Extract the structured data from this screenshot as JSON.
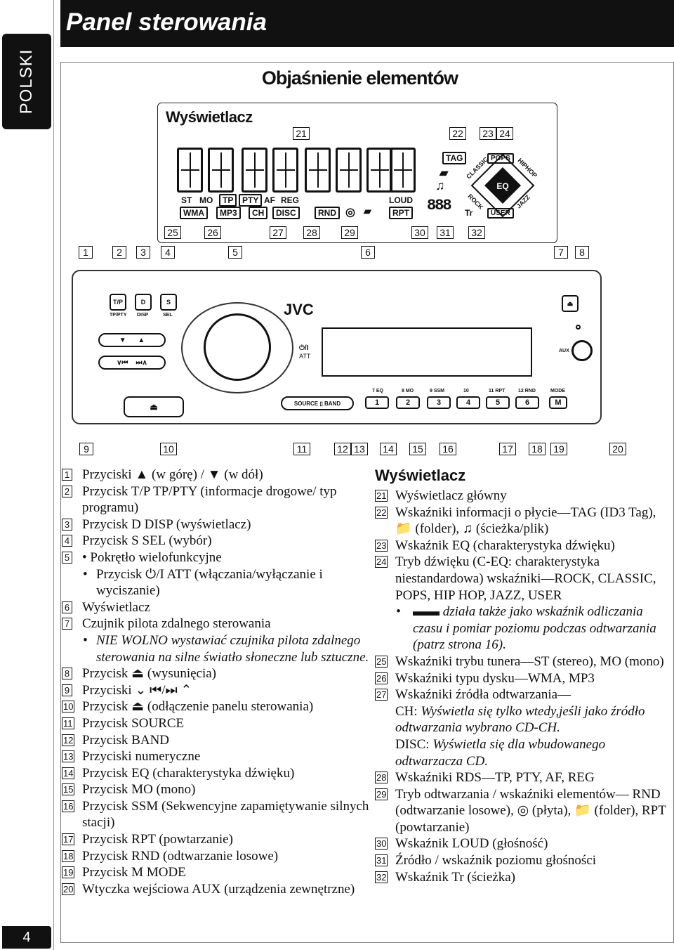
{
  "language_tab": "POLSKI",
  "header": {
    "title": "Panel sterowania"
  },
  "subtitle": "Objaśnienie elementów",
  "display_panel": {
    "title": "Wyświetlacz",
    "indicators": [
      "ST",
      "MO",
      "TP",
      "PTY",
      "AF",
      "REG",
      "WMA",
      "MP3",
      "CH",
      "DISC",
      "RND",
      "RPT",
      "LOUD",
      "TAG",
      "Tr",
      "CLASSIC",
      "POPS",
      "HIPHOP",
      "ROCK",
      "EQ",
      "JAZZ",
      "USER"
    ]
  },
  "display_callouts_top": [
    "21",
    "22",
    "23",
    "24"
  ],
  "display_callouts_bottom": [
    "25",
    "26",
    "27",
    "28",
    "29",
    "30",
    "31",
    "32"
  ],
  "panel_callouts_top": [
    "1",
    "2",
    "3",
    "4",
    "5",
    "6",
    "7",
    "8"
  ],
  "panel_callouts_bottom": [
    "9",
    "10",
    "11",
    "12",
    "13",
    "14",
    "15",
    "16",
    "17",
    "18",
    "19",
    "20"
  ],
  "faceplate": {
    "brand": "JVC",
    "buttons": {
      "tp": "T/P",
      "tp_sub": "TP/PTY",
      "d": "D",
      "d_sub": "DISP",
      "s": "S",
      "s_sub": "SEL",
      "att": "ATT",
      "aux": "AUX",
      "source": "SOURCE",
      "band": "BAND",
      "mode": "MODE",
      "m": "M"
    },
    "presets": [
      {
        "num": "1",
        "label": "7 EQ"
      },
      {
        "num": "2",
        "label": "8 MO"
      },
      {
        "num": "3",
        "label": "9 SSM"
      },
      {
        "num": "4",
        "label": "10"
      },
      {
        "num": "5",
        "label": "11 RPT"
      },
      {
        "num": "6",
        "label": "12 RND"
      }
    ]
  },
  "left_items": [
    {
      "n": "1",
      "t": "Przyciski ▲ (w górę) / ▼ (w dół)"
    },
    {
      "n": "2",
      "t": "Przycisk T/P TP/PTY (informacje drogowe/ typ programu)"
    },
    {
      "n": "3",
      "t": "Przycisk D DISP (wyświetlacz)"
    },
    {
      "n": "4",
      "t": "Przycisk S SEL (wybór)"
    },
    {
      "n": "5",
      "t": "• Pokrętło wielofunkcyjne"
    }
  ],
  "left_item5_sub": "Przycisk ⏻/I ATT (włączania/wyłączanie i wyciszanie)",
  "left_items2": [
    {
      "n": "6",
      "t": "Wyświetlacz"
    },
    {
      "n": "7",
      "t": "Czujnik pilota zdalnego sterowania"
    }
  ],
  "left_item7_sub": "NIE WOLNO wystawiać czujnika pilota zdalnego sterowania na silne światło słoneczne lub sztuczne.",
  "left_items3": [
    {
      "n": "8",
      "t": "Przycisk ⏏ (wysunięcia)"
    },
    {
      "n": "9",
      "t": "Przyciski ⌄ ⏮/⏭ ⌃"
    },
    {
      "n": "10",
      "t": "Przycisk ⏏ (odłączenie panelu sterowania)"
    },
    {
      "n": "11",
      "t": "Przycisk SOURCE"
    },
    {
      "n": "12",
      "t": "Przycisk BAND"
    },
    {
      "n": "13",
      "t": "Przyciski numeryczne"
    },
    {
      "n": "14",
      "t": "Przycisk EQ (charakterystyka dźwięku)"
    },
    {
      "n": "15",
      "t": "Przycisk MO (mono)"
    },
    {
      "n": "16",
      "t": "Przycisk SSM (Sekwencyjne zapamiętywanie silnych stacji)"
    },
    {
      "n": "17",
      "t": "Przycisk RPT (powtarzanie)"
    },
    {
      "n": "18",
      "t": "Przycisk RND (odtwarzanie losowe)"
    },
    {
      "n": "19",
      "t": "Przycisk M MODE"
    },
    {
      "n": "20",
      "t": "Wtyczka wejściowa AUX (urządzenia zewnętrzne)"
    }
  ],
  "right_title": "Wyświetlacz",
  "right_items": [
    {
      "n": "21",
      "t": "Wyświetlacz główny"
    },
    {
      "n": "22",
      "t": "Wskaźniki informacji o płycie—TAG (ID3 Tag), 📁 (folder), ♫ (ścieżka/plik)"
    },
    {
      "n": "23",
      "t": "Wskaźnik EQ (charakterystyka dźwięku)"
    },
    {
      "n": "24",
      "t": "Tryb dźwięku (C-EQ: charakterystyka niestandardowa) wskaźniki—ROCK, CLASSIC, POPS, HIP HOP, JAZZ, USER"
    }
  ],
  "right_item24_sub": "działa także jako wskaźnik odliczania czasu i pomiar poziomu podczas odtwarzania (patrz strona 16).",
  "right_items2": [
    {
      "n": "25",
      "t": "Wskaźniki trybu tunera—ST (stereo), MO (mono)"
    },
    {
      "n": "26",
      "t": "Wskaźniki typu dysku—WMA, MP3"
    },
    {
      "n": "27",
      "t": "Wskaźniki źródła odtwarzania—"
    }
  ],
  "right_item27_ch": "CH:",
  "right_item27_ch_text": "Wyświetla się tylko wtedy,jeśli jako źródło odtwarzania wybrano CD-CH.",
  "right_item27_disc": "DISC:",
  "right_item27_disc_text": "Wyświetla się dla wbudowanego odtwarzacza CD.",
  "right_items3": [
    {
      "n": "28",
      "t": "Wskaźniki RDS—TP, PTY, AF, REG"
    },
    {
      "n": "29",
      "t": "Tryb odtwarzania / wskaźniki elementów— RND (odtwarzanie losowe), ◎ (płyta), 📁 (folder), RPT (powtarzanie)"
    },
    {
      "n": "30",
      "t": "Wskaźnik LOUD (głośność)"
    },
    {
      "n": "31",
      "t": "Źródło / wskaźnik poziomu głośności"
    },
    {
      "n": "32",
      "t": "Wskaźnik Tr (ścieżka)"
    }
  ],
  "page_number": "4"
}
